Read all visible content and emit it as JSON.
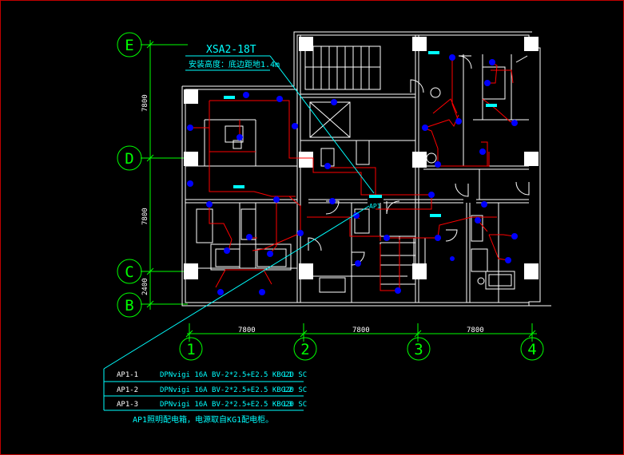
{
  "colors": {
    "background": "#000000",
    "wall": "#ffffff",
    "grid": "#00ff00",
    "wiring": "#ff0000",
    "device": "#0000ff",
    "lamp": "#00ffff",
    "leader": "#00ffff",
    "frame": "#c00000"
  },
  "grid_axes": {
    "rows": [
      "E",
      "D",
      "C",
      "B"
    ],
    "columns": [
      "1",
      "2",
      "3",
      "4"
    ],
    "row_dims": [
      "7800",
      "7800",
      "2400"
    ],
    "col_dims": [
      "7800",
      "7800",
      "7800"
    ]
  },
  "callout": {
    "model": "XSA2-18T",
    "mount_height": "安装高度：底边距地1.4m"
  },
  "panel_label": "AP1",
  "circuits": [
    {
      "id": "AP1-1",
      "spec": "DPNvigi 16A BV-2*2.5+E2.5 KBG20 SC",
      "line": "L1"
    },
    {
      "id": "AP1-2",
      "spec": "DPNvigi 16A BV-2*2.5+E2.5 KBG20 SC",
      "line": "L2"
    },
    {
      "id": "AP1-3",
      "spec": "DPNvigi 16A BV-2*2.5+E2.5 KBG20 SC",
      "line": "L3"
    }
  ],
  "note": "AP1照明配电箱，电源取自KG1配电柜。"
}
